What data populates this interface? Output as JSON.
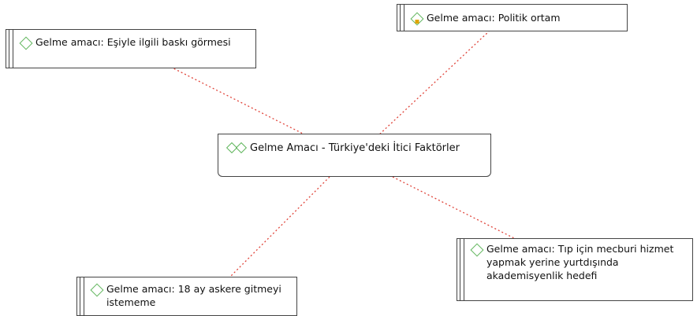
{
  "central_node": {
    "label": "Gelme Amacı - Türkiye'deki İtici Faktörler",
    "icon": "double-diamond-icon",
    "icon_color": "#5fb55b"
  },
  "child_nodes": [
    {
      "label": "Gelme amacı: Politik ortam",
      "icon": "diamond-icon"
    },
    {
      "label": "Gelme amacı: Eşiyle ilgili baskı görmesi",
      "icon": "diamond-icon"
    },
    {
      "label": "Gelme amacı: 18 ay askere gitmeyi istememe",
      "icon": "diamond-icon"
    },
    {
      "label": "Gelme amacı: Tıp için mecburi hizmet yapmak yerine yurtdışında akademisyenlik hedefi",
      "icon": "diamond-icon"
    }
  ],
  "link_color": "#e0443a"
}
